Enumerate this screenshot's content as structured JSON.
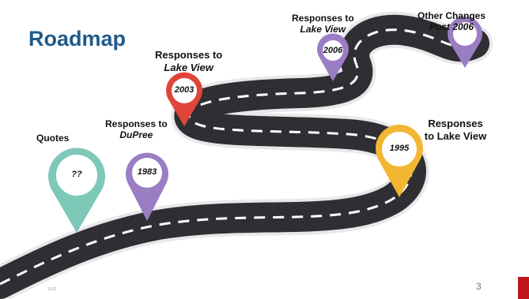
{
  "slide": {
    "title": "Roadmap",
    "slide_number": "3",
    "footer_date": "1/1/2"
  },
  "milestones": [
    {
      "heading": "Quotes",
      "year": "??",
      "color": "#7ec8b8"
    },
    {
      "heading": "Responses to",
      "heading_italic": "DuPree",
      "year": "1983",
      "color": "#9b7dc4"
    },
    {
      "heading": "Responses to",
      "heading_italic": "Lake View",
      "year": "2003",
      "color": "#e0453a"
    },
    {
      "heading": "Responses to",
      "heading_italic": "Lake View",
      "year": "2006",
      "color": "#9b7dc4"
    },
    {
      "heading": "Other Changes",
      "heading_italic": "Post 2006",
      "year": "",
      "color": "#9b7dc4"
    },
    {
      "heading": "Responses to Lake View",
      "year": "1995",
      "color": "#f2b632"
    }
  ],
  "colors": {
    "title": "#1f5a8a",
    "road": "#2f2f33",
    "road_edge": "#e8e8ea",
    "accent": "#c0161b"
  }
}
